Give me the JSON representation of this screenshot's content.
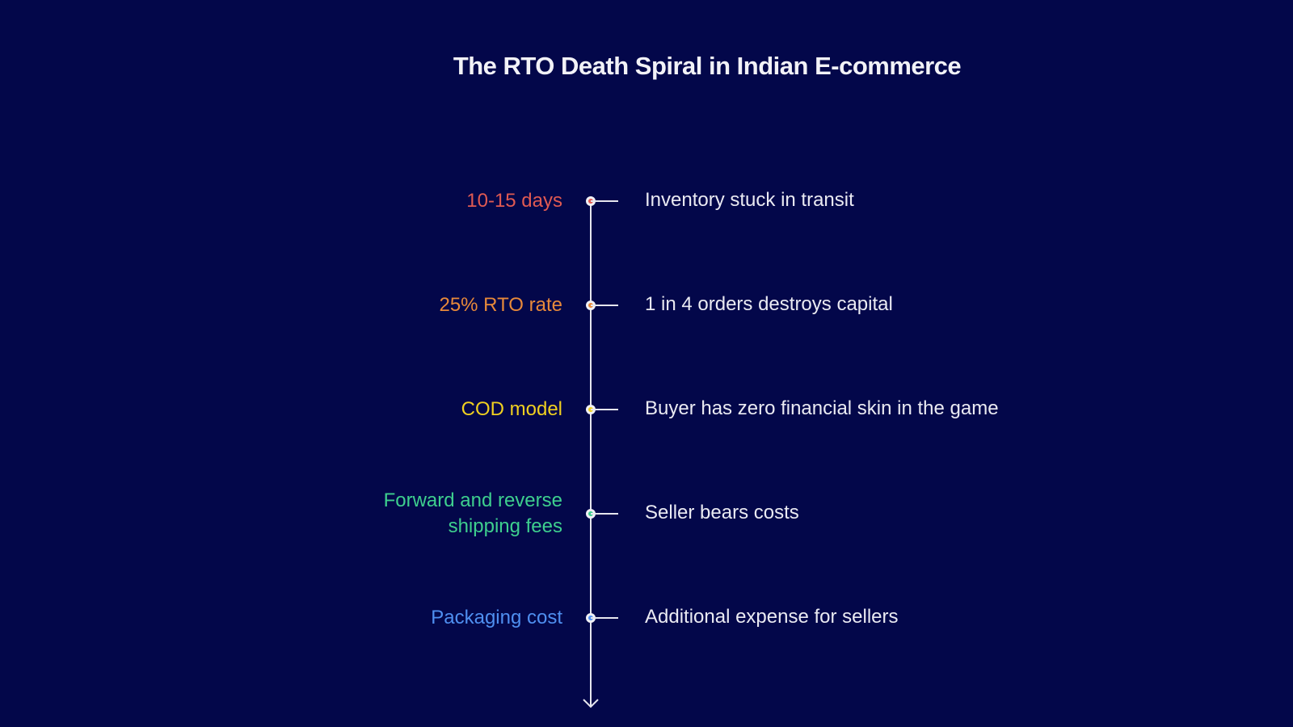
{
  "title": "The RTO Death Spiral in Indian E-commerce",
  "items": [
    {
      "label": "10-15 days",
      "description": "Inventory stuck in transit",
      "color": "#e05a52"
    },
    {
      "label": "25% RTO rate",
      "description": "1 in 4 orders destroys capital",
      "color": "#e8893a"
    },
    {
      "label": "COD model",
      "description": "Buyer has zero financial skin in the game",
      "color": "#f0d020"
    },
    {
      "label": "Forward and reverse shipping fees",
      "label_lines": [
        "Forward and reverse",
        "shipping fees"
      ],
      "description": "Seller bears costs",
      "color": "#3ecf8e"
    },
    {
      "label": "Packaging cost",
      "description": "Additional expense for sellers",
      "color": "#4f8ff0"
    }
  ],
  "colors": {
    "background": "#03074a",
    "line": "#e6e6ee",
    "text": "#eaeaf2"
  }
}
